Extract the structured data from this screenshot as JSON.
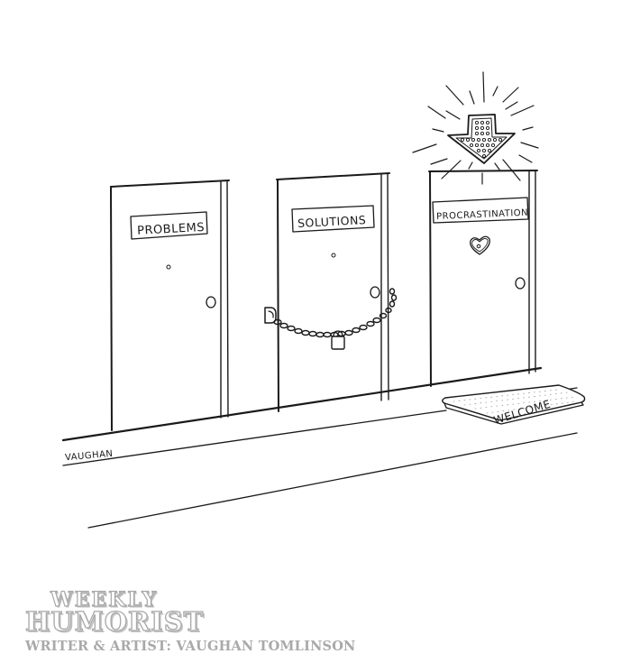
{
  "cartoon": {
    "doors": [
      {
        "sign": "PROBLEMS",
        "state": "plain"
      },
      {
        "sign": "SOLUTIONS",
        "state": "chained-and-padlocked"
      },
      {
        "sign": "PROCRASTINATION",
        "state": "highlighted-with-glowing-arrow",
        "decoration": "heart"
      }
    ],
    "doormat": {
      "text": "WELCOME"
    },
    "signature": "VAUGHAN"
  },
  "credits": {
    "publication_line1": "WEEKLY",
    "publication_line2": "HUMORIST",
    "byline": "WRITER & ARTIST: VAUGHAN TOMLINSON"
  },
  "colors": {
    "ink": "#1a1a1a",
    "background": "#ffffff",
    "credit_gray": "#a9a9a9"
  }
}
